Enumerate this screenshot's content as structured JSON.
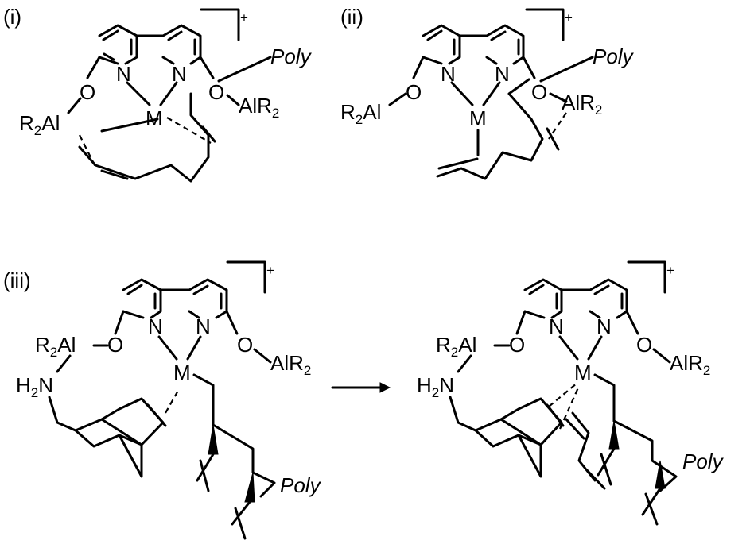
{
  "panels": {
    "i": {
      "tag": "(i)",
      "charge": "+",
      "poly": "Poly",
      "al_left": "R",
      "al_left_sub": "2",
      "al_left_tail": "Al",
      "al_right": "AlR",
      "al_right_sub": "2",
      "o_left": "O",
      "o_right": "O",
      "n_left": "N",
      "n_right": "N",
      "metal": "M"
    },
    "ii": {
      "tag": "(ii)",
      "charge": "+",
      "poly": "Poly",
      "al_left": "R",
      "al_left_sub": "2",
      "al_left_tail": "Al",
      "al_right": "AlR",
      "al_right_sub": "2",
      "o_left": "O",
      "o_right": "O",
      "n_left": "N",
      "n_right": "N",
      "metal": "M"
    },
    "iii_left": {
      "tag": "(iii)",
      "charge": "+",
      "poly": "Poly",
      "al_left": "R",
      "al_left_sub": "2",
      "al_left_tail": "Al",
      "al_right": "AlR",
      "al_right_sub": "2",
      "amine": "H",
      "amine_sub": "2",
      "amine_tail": "N",
      "o_left": "O",
      "o_right": "O",
      "n_left": "N",
      "n_right": "N",
      "metal": "M"
    },
    "iii_right": {
      "charge": "+",
      "poly": "Poly",
      "al_left": "R",
      "al_left_sub": "2",
      "al_left_tail": "Al",
      "al_right": "AlR",
      "al_right_sub": "2",
      "amine": "H",
      "amine_sub": "2",
      "amine_tail": "N",
      "o_left": "O",
      "o_right": "O",
      "n_left": "N",
      "n_right": "N",
      "metal": "M"
    }
  }
}
